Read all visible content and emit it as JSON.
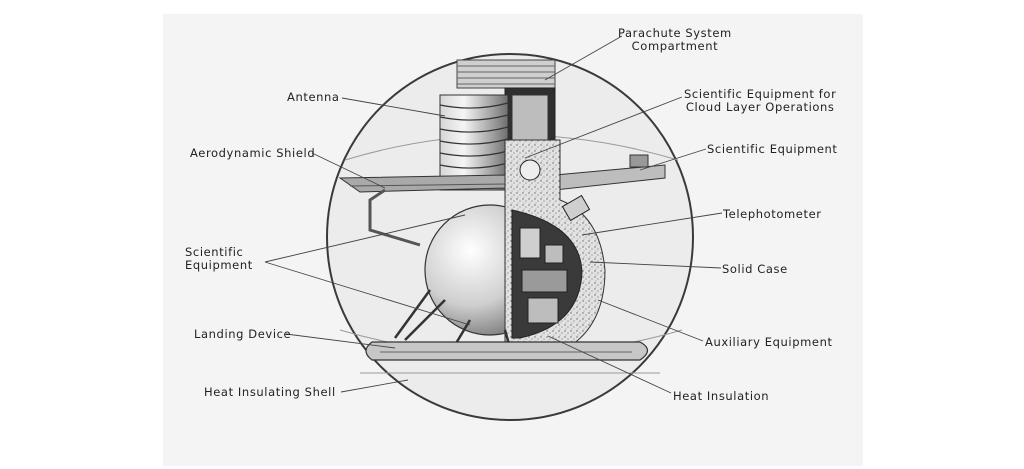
{
  "labels": {
    "parachute_1": "Parachute System",
    "parachute_2": "Compartment",
    "antenna": "Antenna",
    "cloud_1": "Scientific Equipment for",
    "cloud_2": "Cloud Layer Operations",
    "aero_shield": "Aerodynamic Shield",
    "sci_equip_right": "Scientific Equipment",
    "telephotometer": "Telephotometer",
    "sci_equip_left_1": "Scientific",
    "sci_equip_left_2": "Equipment",
    "solid_case": "Solid Case",
    "landing_device": "Landing Device",
    "auxiliary": "Auxiliary Equipment",
    "heat_shell": "Heat Insulating Shell",
    "heat_insulation": "Heat Insulation"
  }
}
